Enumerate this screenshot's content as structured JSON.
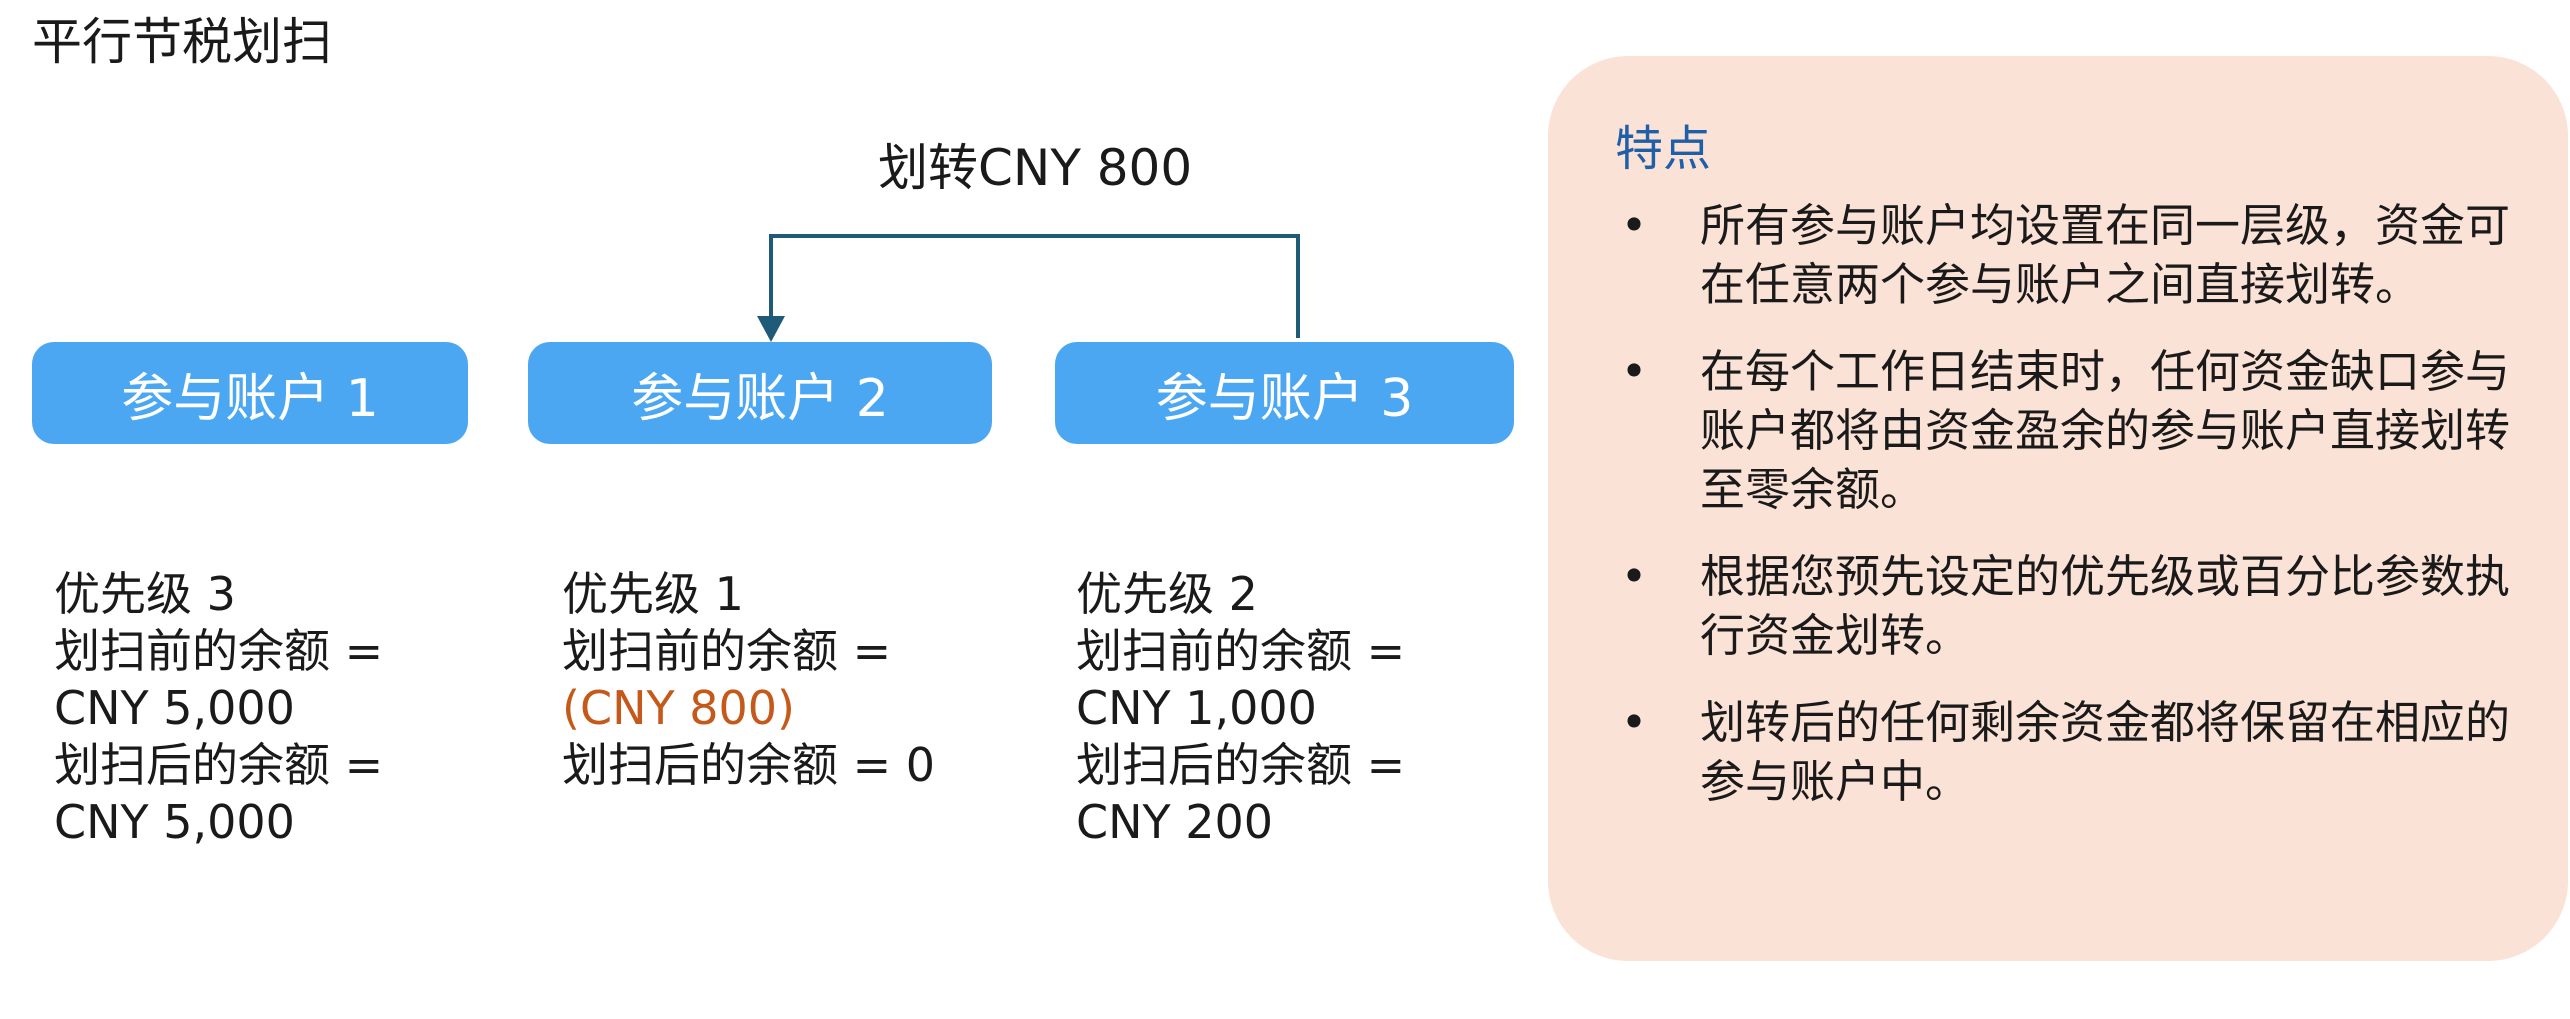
{
  "page_title": "平行节税划扫",
  "transfer_label": "划转CNY 800",
  "accounts": [
    {
      "name": "参与账户 1",
      "priority": "优先级 3",
      "before_label": "划扫前的余额 =",
      "before_value": "CNY 5,000",
      "after_label": "划扫后的余额 =",
      "after_value": "CNY 5,000"
    },
    {
      "name": "参与账户 2",
      "priority": "优先级 1",
      "before_label": "划扫前的余额 =",
      "before_value": "(CNY 800)",
      "after_label": "划扫后的余额 = 0",
      "after_value": ""
    },
    {
      "name": "参与账户 3",
      "priority": "优先级 2",
      "before_label": "划扫前的余额 =",
      "before_value": "CNY 1,000",
      "after_label": "划扫后的余额 =",
      "after_value": "CNY 200"
    }
  ],
  "features": {
    "title": "特点",
    "items": [
      "所有参与账户均设置在同一层级，资金可在任意两个参与账户之间直接划转。",
      "在每个工作日结束时，任何资金缺口参与账户都将由资金盈余的参与账户直接划转至零余额。",
      "根据您预先设定的优先级或百分比参数执行资金划转。",
      "划转后的任何剩余资金都将保留在相应的参与账户中。"
    ]
  },
  "colors": {
    "account_box": "#4ca7f3",
    "arrow": "#1f5a78",
    "negative_value": "#c4591a",
    "panel_background": "#fbe2d6",
    "panel_title": "#1e5fa8"
  },
  "icons": {
    "bullet": "•"
  }
}
